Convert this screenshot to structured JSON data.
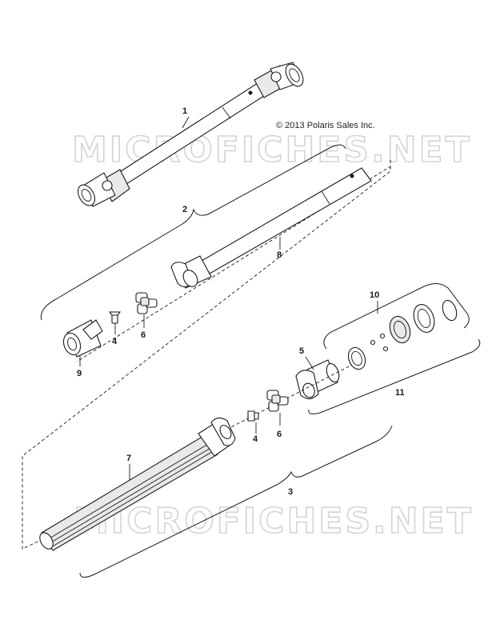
{
  "copyright": "© 2013 Polaris Sales Inc.",
  "watermark": "MICROFICHES.NET",
  "callouts": {
    "c1": "1",
    "c2": "2",
    "c3": "3",
    "c4a": "4",
    "c4b": "4",
    "c5": "5",
    "c6a": "6",
    "c6b": "6",
    "c7": "7",
    "c8": "8",
    "c9": "9",
    "c10": "10",
    "c11": "11"
  }
}
